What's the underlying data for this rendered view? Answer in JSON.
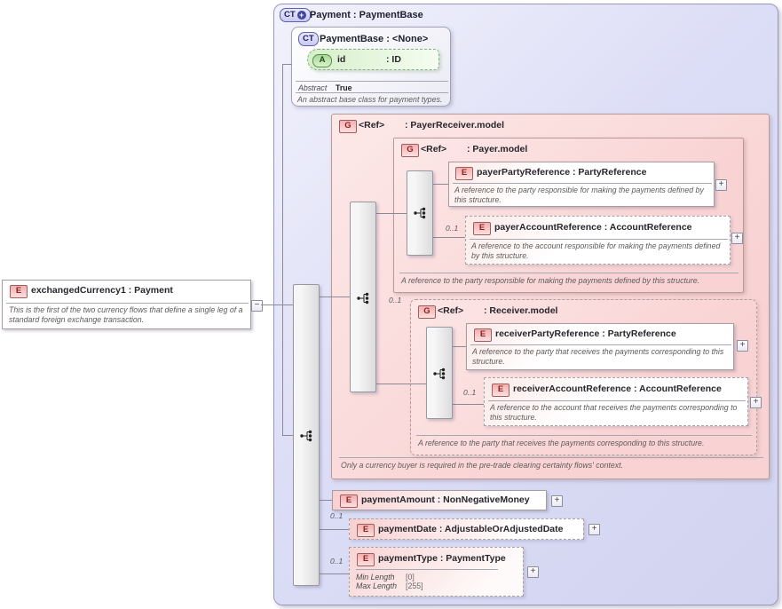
{
  "root": {
    "badge": "CT",
    "title": "Payment : PaymentBase"
  },
  "base_type": {
    "badge": "CT",
    "title": "PaymentBase : <None>",
    "attribute": {
      "badge": "A",
      "name": "id",
      "type": ": ID"
    },
    "abstract_label": "Abstract",
    "abstract_value": "True",
    "description": "An abstract base class for payment types."
  },
  "exchanged_currency": {
    "badge": "E",
    "title": "exchangedCurrency1 : Payment",
    "description": "This is the first of the two currency flows that define a single leg of a standard foreign exchange transaction."
  },
  "payer_receiver": {
    "badge": "G",
    "name": "<Ref>",
    "type": ": PayerReceiver.model",
    "footer": "Only a currency buyer is required in the pre-trade clearing certainty flows' context."
  },
  "payer": {
    "badge": "G",
    "name": "<Ref>",
    "type": ": Payer.model",
    "footer": "A reference to the party responsible for making the payments defined by this structure."
  },
  "receiver": {
    "badge": "G",
    "name": "<Ref>",
    "type": ": Receiver.model",
    "cardinality": "0..1",
    "footer": "A reference to the party that receives the payments corresponding to this structure."
  },
  "payer_party": {
    "badge": "E",
    "title": "payerPartyReference : PartyReference",
    "description": "A reference to the party responsible for making the payments defined by this structure."
  },
  "payer_account": {
    "badge": "E",
    "cardinality": "0..1",
    "title": "payerAccountReference : AccountReference",
    "description": "A reference to the account responsible for making the payments defined by this structure."
  },
  "receiver_party": {
    "badge": "E",
    "title": "receiverPartyReference : PartyReference",
    "description": "A reference to the party that receives the payments corresponding to this structure."
  },
  "receiver_account": {
    "badge": "E",
    "cardinality": "0..1",
    "title": "receiverAccountReference : AccountReference",
    "description": "A reference to the account that receives the payments corresponding to this structure."
  },
  "payment_amount": {
    "badge": "E",
    "title": "paymentAmount : NonNegativeMoney"
  },
  "payment_date": {
    "badge": "E",
    "cardinality": "0..1",
    "title": "paymentDate : AdjustableOrAdjustedDate"
  },
  "payment_type": {
    "badge": "E",
    "cardinality": "0..1",
    "title": "paymentType : PaymentType",
    "facets": [
      {
        "label": "Min Length",
        "value": "[0]"
      },
      {
        "label": "Max Length",
        "value": "[255]"
      }
    ]
  },
  "icons": {
    "expand": "+",
    "collapse": "−",
    "derived": "+"
  },
  "colors": {
    "lavender_bg": "#dcddf6",
    "pink_bg": "#f9d3d3",
    "green_attr": "#d7efc9",
    "badge_red_text": "#8f2020",
    "connector_line": "#8a8a96"
  }
}
